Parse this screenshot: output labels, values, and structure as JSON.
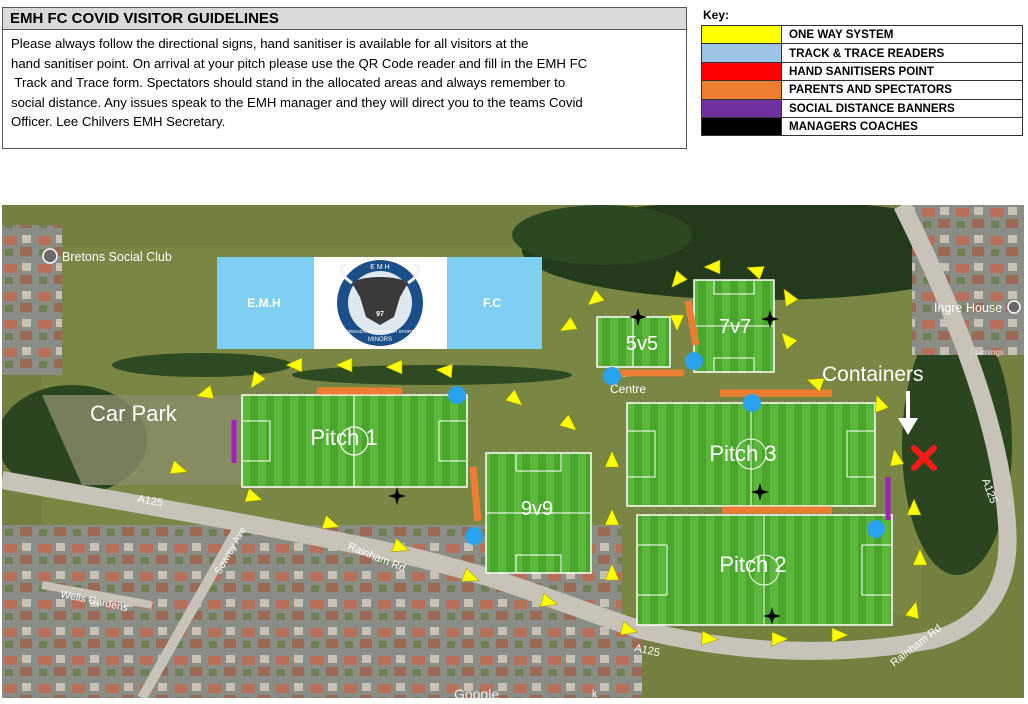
{
  "guidelines": {
    "title": "EMH FC COVID VISITOR GUIDELINES",
    "lines": [
      "Please always follow the directional signs, hand sanitiser is available for all visitors at the",
      "hand sanitiser point. On arrival at your pitch please use the QR Code reader and fill in the EMH FC",
      " Track and Trace form. Spectators should stand in the allocated areas and always remember to",
      "social distance. Any issues speak to the EMH manager and they will direct you to the teams Covid",
      "Officer. Lee Chilvers EMH Secretary."
    ]
  },
  "key": {
    "title": "Key:",
    "items": [
      {
        "label": "ONE WAY SYSTEM",
        "color": "#ffff00"
      },
      {
        "label": "TRACK & TRACE READERS",
        "color": "#9dc3e6"
      },
      {
        "label": "HAND SANITISERS POINT",
        "color": "#ff0000"
      },
      {
        "label": "PARENTS AND SPECTATORS",
        "color": "#ed7d31"
      },
      {
        "label": "SOCIAL DISTANCE BANNERS",
        "color": "#7030a0"
      },
      {
        "label": "MANAGERS COACHES",
        "color": "#000000"
      }
    ]
  },
  "map": {
    "banner": {
      "left": "E.M.H",
      "right": "F.C",
      "crest_top": "E M H",
      "crest_f": "F",
      "crest_c": "C",
      "crest_motto": "FRIENDSHIP THROUGH SPORT",
      "crest_bottom": "MINORS",
      "crest_num": "97"
    },
    "labels": {
      "bretons": "Bretons Social Club",
      "ingre": "Ingre House",
      "car_park": "Car Park",
      "containers": "Containers",
      "centre_a": "Ce",
      "centre_b": "Centre",
      "a125_left": "A125",
      "a125_bottom": "A125",
      "a125_right": "A125",
      "rainham_left": "Rainham Rd",
      "rainham_right": "Rainham Rd",
      "sowrey": "Sowrey Ave",
      "wells": "Wells Gardens",
      "dunnings": "Dunnings",
      "google": "Google",
      "k": "k"
    },
    "pitches": {
      "p1": "Pitch 1",
      "p2": "Pitch 2",
      "p3": "Pitch 3",
      "p9v9": "9v9",
      "p5v5": "5v5",
      "p7v7": "7v7"
    }
  },
  "colors": {
    "arrow": "#ffff00",
    "trace": "#29a3f0",
    "sanitiser": "#ff0000",
    "spectators": "#ed7d31",
    "banner": "#a020c0",
    "manager": "#000000",
    "pitch": "#4ea52f",
    "grass": "#6e7a3a"
  }
}
